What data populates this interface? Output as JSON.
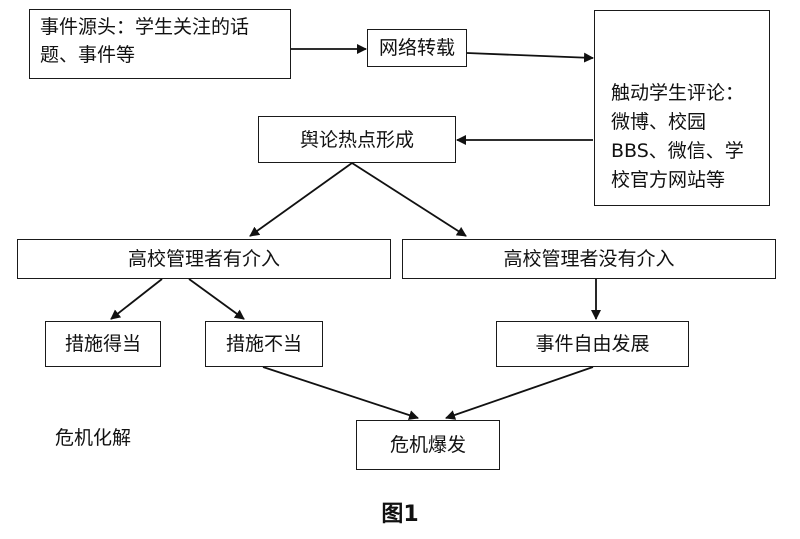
{
  "nodes": {
    "source": "事件源头：学生关注的话题、事件等",
    "repost": "网络转载",
    "comment": "触动学生评论：微博、校园 BBS、微信、学校官方网站等",
    "hotspot": "舆论热点形成",
    "intervene": "高校管理者有介入",
    "no_intervene": "高校管理者没有介入",
    "proper": "措施得当",
    "improper": "措施不当",
    "free_development": "事件自由发展",
    "resolved": "危机化解",
    "crisis": "危机爆发"
  },
  "caption": "图1",
  "edges": [
    {
      "from": "source",
      "to": "repost"
    },
    {
      "from": "repost",
      "to": "comment"
    },
    {
      "from": "comment",
      "to": "hotspot"
    },
    {
      "from": "hotspot",
      "to": "intervene"
    },
    {
      "from": "hotspot",
      "to": "no_intervene"
    },
    {
      "from": "intervene",
      "to": "proper"
    },
    {
      "from": "intervene",
      "to": "improper"
    },
    {
      "from": "no_intervene",
      "to": "free_development"
    },
    {
      "from": "improper",
      "to": "crisis"
    },
    {
      "from": "free_development",
      "to": "crisis"
    }
  ]
}
